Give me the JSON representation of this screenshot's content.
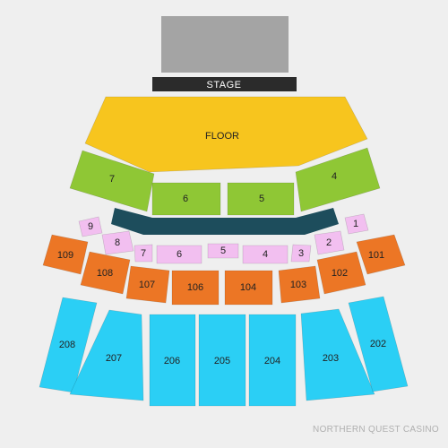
{
  "venue": {
    "name": "NORTHERN QUEST CASINO"
  },
  "stage": {
    "label": "STAGE"
  },
  "colors": {
    "background": "#efefef",
    "stage_block": "#a4a4a4",
    "stage_bar": "#2b2b2b",
    "floor": "#f7c51e",
    "lower_tier": "#8fc735",
    "aisle": "#1d4d5c",
    "pink_tier": "#f2bff0",
    "orange_tier": "#ec7625",
    "blue_tier": "#2bcff5",
    "venue_text": "#b0b0b0"
  },
  "sections": {
    "floor": "FLOOR",
    "green": [
      "7",
      "6",
      "5",
      "4"
    ],
    "pink": [
      "9",
      "8",
      "7",
      "6",
      "5",
      "4",
      "3",
      "2",
      "1"
    ],
    "orange": [
      "109",
      "108",
      "107",
      "106",
      "104",
      "103",
      "102",
      "101"
    ],
    "blue": [
      "208",
      "207",
      "206",
      "205",
      "204",
      "203",
      "202"
    ]
  }
}
